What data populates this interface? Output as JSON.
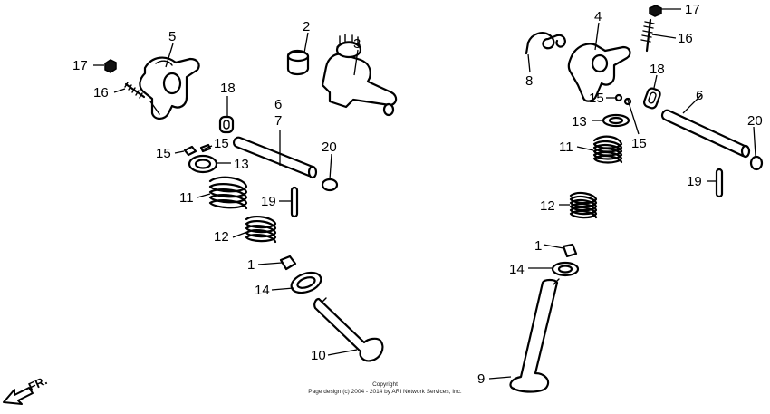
{
  "callouts": [
    {
      "id": "c2",
      "text": "2"
    },
    {
      "id": "c3",
      "text": "3"
    },
    {
      "id": "c5",
      "text": "5"
    },
    {
      "id": "c17l",
      "text": "17"
    },
    {
      "id": "c16l",
      "text": "16"
    },
    {
      "id": "c18l",
      "text": "18"
    },
    {
      "id": "c6l",
      "text": "6"
    },
    {
      "id": "c7l",
      "text": "7"
    },
    {
      "id": "c15la",
      "text": "15"
    },
    {
      "id": "c15lb",
      "text": "15"
    },
    {
      "id": "c13l",
      "text": "13"
    },
    {
      "id": "c20l",
      "text": "20"
    },
    {
      "id": "c11l",
      "text": "11"
    },
    {
      "id": "c19l",
      "text": "19"
    },
    {
      "id": "c12l",
      "text": "12"
    },
    {
      "id": "c1l",
      "text": "1"
    },
    {
      "id": "c14l",
      "text": "14"
    },
    {
      "id": "c10",
      "text": "10"
    },
    {
      "id": "c4",
      "text": "4"
    },
    {
      "id": "c17r",
      "text": "17"
    },
    {
      "id": "c16r",
      "text": "16"
    },
    {
      "id": "c8",
      "text": "8"
    },
    {
      "id": "c18r",
      "text": "18"
    },
    {
      "id": "c15ra",
      "text": "15"
    },
    {
      "id": "c15rb",
      "text": "15"
    },
    {
      "id": "c6r",
      "text": "6"
    },
    {
      "id": "c13r",
      "text": "13"
    },
    {
      "id": "c20r",
      "text": "20"
    },
    {
      "id": "c11r",
      "text": "11"
    },
    {
      "id": "c19r",
      "text": "19"
    },
    {
      "id": "c12r",
      "text": "12"
    },
    {
      "id": "c1r",
      "text": "1"
    },
    {
      "id": "c14r",
      "text": "14"
    },
    {
      "id": "c9",
      "text": "9"
    }
  ],
  "front_arrow_label": "FR.",
  "copyright": {
    "line1": "Copyright",
    "line2": "Page design (c) 2004 - 2014 by ARI Network Services, Inc."
  }
}
